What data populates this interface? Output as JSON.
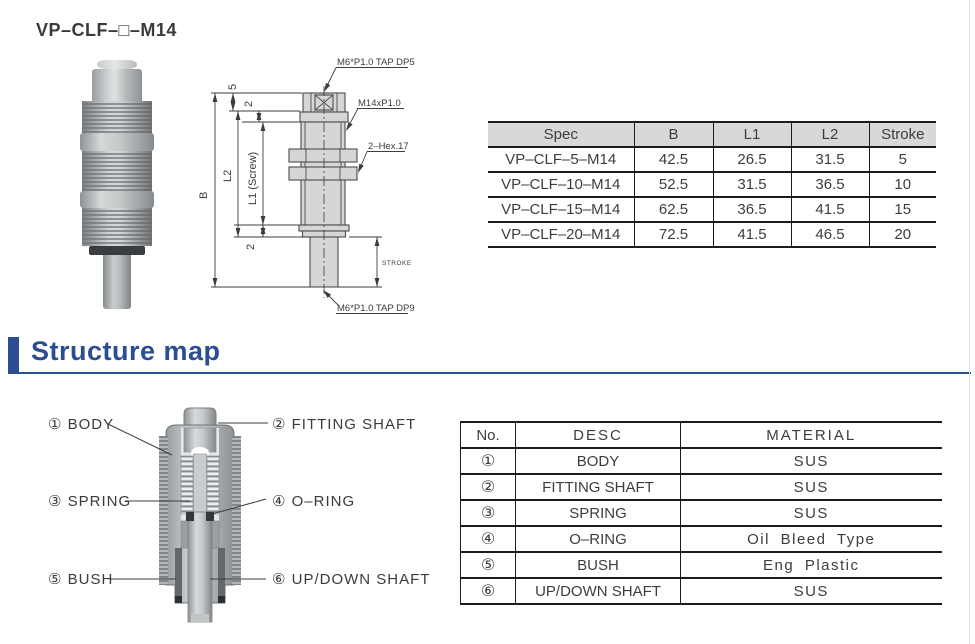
{
  "page": {
    "title": "VP–CLF–□–M14"
  },
  "section": {
    "title": "Structure map"
  },
  "colors": {
    "accent_blue": "#2b4d92",
    "table_header_gray": "#d8d8d8",
    "drawing_fill": "#d6d6d6"
  },
  "drawing": {
    "annotations": {
      "tap_top": "M6*P1.0 TAP DP5",
      "thread": "M14xP1.0",
      "hex": "2–Hex.17",
      "stroke": "STROKE",
      "tap_bottom": "M6*P1.0 TAP DP9"
    },
    "dimensions": {
      "b": "B",
      "l2": "L2",
      "l1": "L1 (Screw)",
      "five": "5",
      "two_top": "2",
      "two_bottom": "2"
    }
  },
  "spec_table": {
    "headers": [
      "Spec",
      "B",
      "L1",
      "L2",
      "Stroke"
    ],
    "rows": [
      {
        "spec": "VP–CLF–5–M14",
        "b": "42.5",
        "l1": "26.5",
        "l2": "31.5",
        "stroke": "5"
      },
      {
        "spec": "VP–CLF–10–M14",
        "b": "52.5",
        "l1": "31.5",
        "l2": "36.5",
        "stroke": "10"
      },
      {
        "spec": "VP–CLF–15–M14",
        "b": "62.5",
        "l1": "36.5",
        "l2": "41.5",
        "stroke": "15"
      },
      {
        "spec": "VP–CLF–20–M14",
        "b": "72.5",
        "l1": "41.5",
        "l2": "46.5",
        "stroke": "20"
      }
    ]
  },
  "structure_map": {
    "labels": [
      {
        "no": "①",
        "name": "BODY"
      },
      {
        "no": "②",
        "name": "FITTING SHAFT"
      },
      {
        "no": "③",
        "name": "SPRING"
      },
      {
        "no": "④",
        "name": "O–RING"
      },
      {
        "no": "⑤",
        "name": "BUSH"
      },
      {
        "no": "⑥",
        "name": "UP/DOWN SHAFT"
      }
    ]
  },
  "materials_table": {
    "headers": [
      "No.",
      "DESC",
      "MATERIAL"
    ],
    "rows": [
      {
        "no": "①",
        "desc": "BODY",
        "material": "SUS"
      },
      {
        "no": "②",
        "desc": "FITTING SHAFT",
        "material": "SUS"
      },
      {
        "no": "③",
        "desc": "SPRING",
        "material": "SUS"
      },
      {
        "no": "④",
        "desc": "O–RING",
        "material": "Oil Bleed Type"
      },
      {
        "no": "⑤",
        "desc": "BUSH",
        "material": "Eng Plastic"
      },
      {
        "no": "⑥",
        "desc": "UP/DOWN SHAFT",
        "material": "SUS"
      }
    ]
  }
}
